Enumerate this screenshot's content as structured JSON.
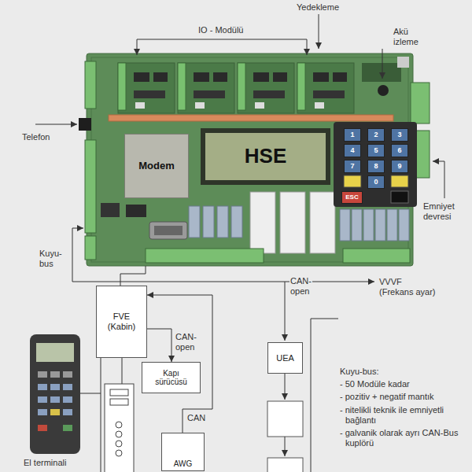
{
  "diagram": {
    "nodes": [
      {
        "text": [
          "Modem"
        ]
      },
      {
        "text": [
          "HSE"
        ]
      },
      {
        "text": [
          "1"
        ]
      },
      {
        "text": [
          "2"
        ]
      },
      {
        "text": [
          "3"
        ]
      },
      {
        "text": [
          "4"
        ]
      },
      {
        "text": [
          "5"
        ]
      },
      {
        "text": [
          "6"
        ]
      },
      {
        "text": [
          "7"
        ]
      },
      {
        "text": [
          "8"
        ]
      },
      {
        "text": [
          "9"
        ]
      },
      {
        "text": [
          "0"
        ]
      },
      {
        "text": [
          "ESC"
        ]
      },
      {
        "text": [
          "FVE (Kabin)"
        ]
      },
      {
        "text": [
          "Kapı sürücüsü"
        ]
      },
      {
        "text": [
          "UEA"
        ]
      },
      {
        "text": [
          "AWG"
        ]
      }
    ],
    "edges": [
      {
        "from": 13,
        "to": 14,
        "label": "CAN- open",
        "arrow": "to"
      },
      {
        "from": 16,
        "to": 13,
        "label": "CAN",
        "arrow": "to"
      }
    ],
    "labels": [
      "Yedekleme",
      "IO - Modülü",
      "Akü izleme",
      "Telefon",
      "Emniyet devresi",
      "Kuyu- bus",
      "CAN- open",
      "VVVF (Frekans ayar)",
      "Kuyu-bus:",
      "- 50 Modüle kadar",
      "- pozitiv + negatif mantık",
      "- nitelikli teknik ile emniyetli bağlantı",
      "- galvanik olarak ayrı CAN-Bus kuplörü",
      "El terminali"
    ]
  }
}
